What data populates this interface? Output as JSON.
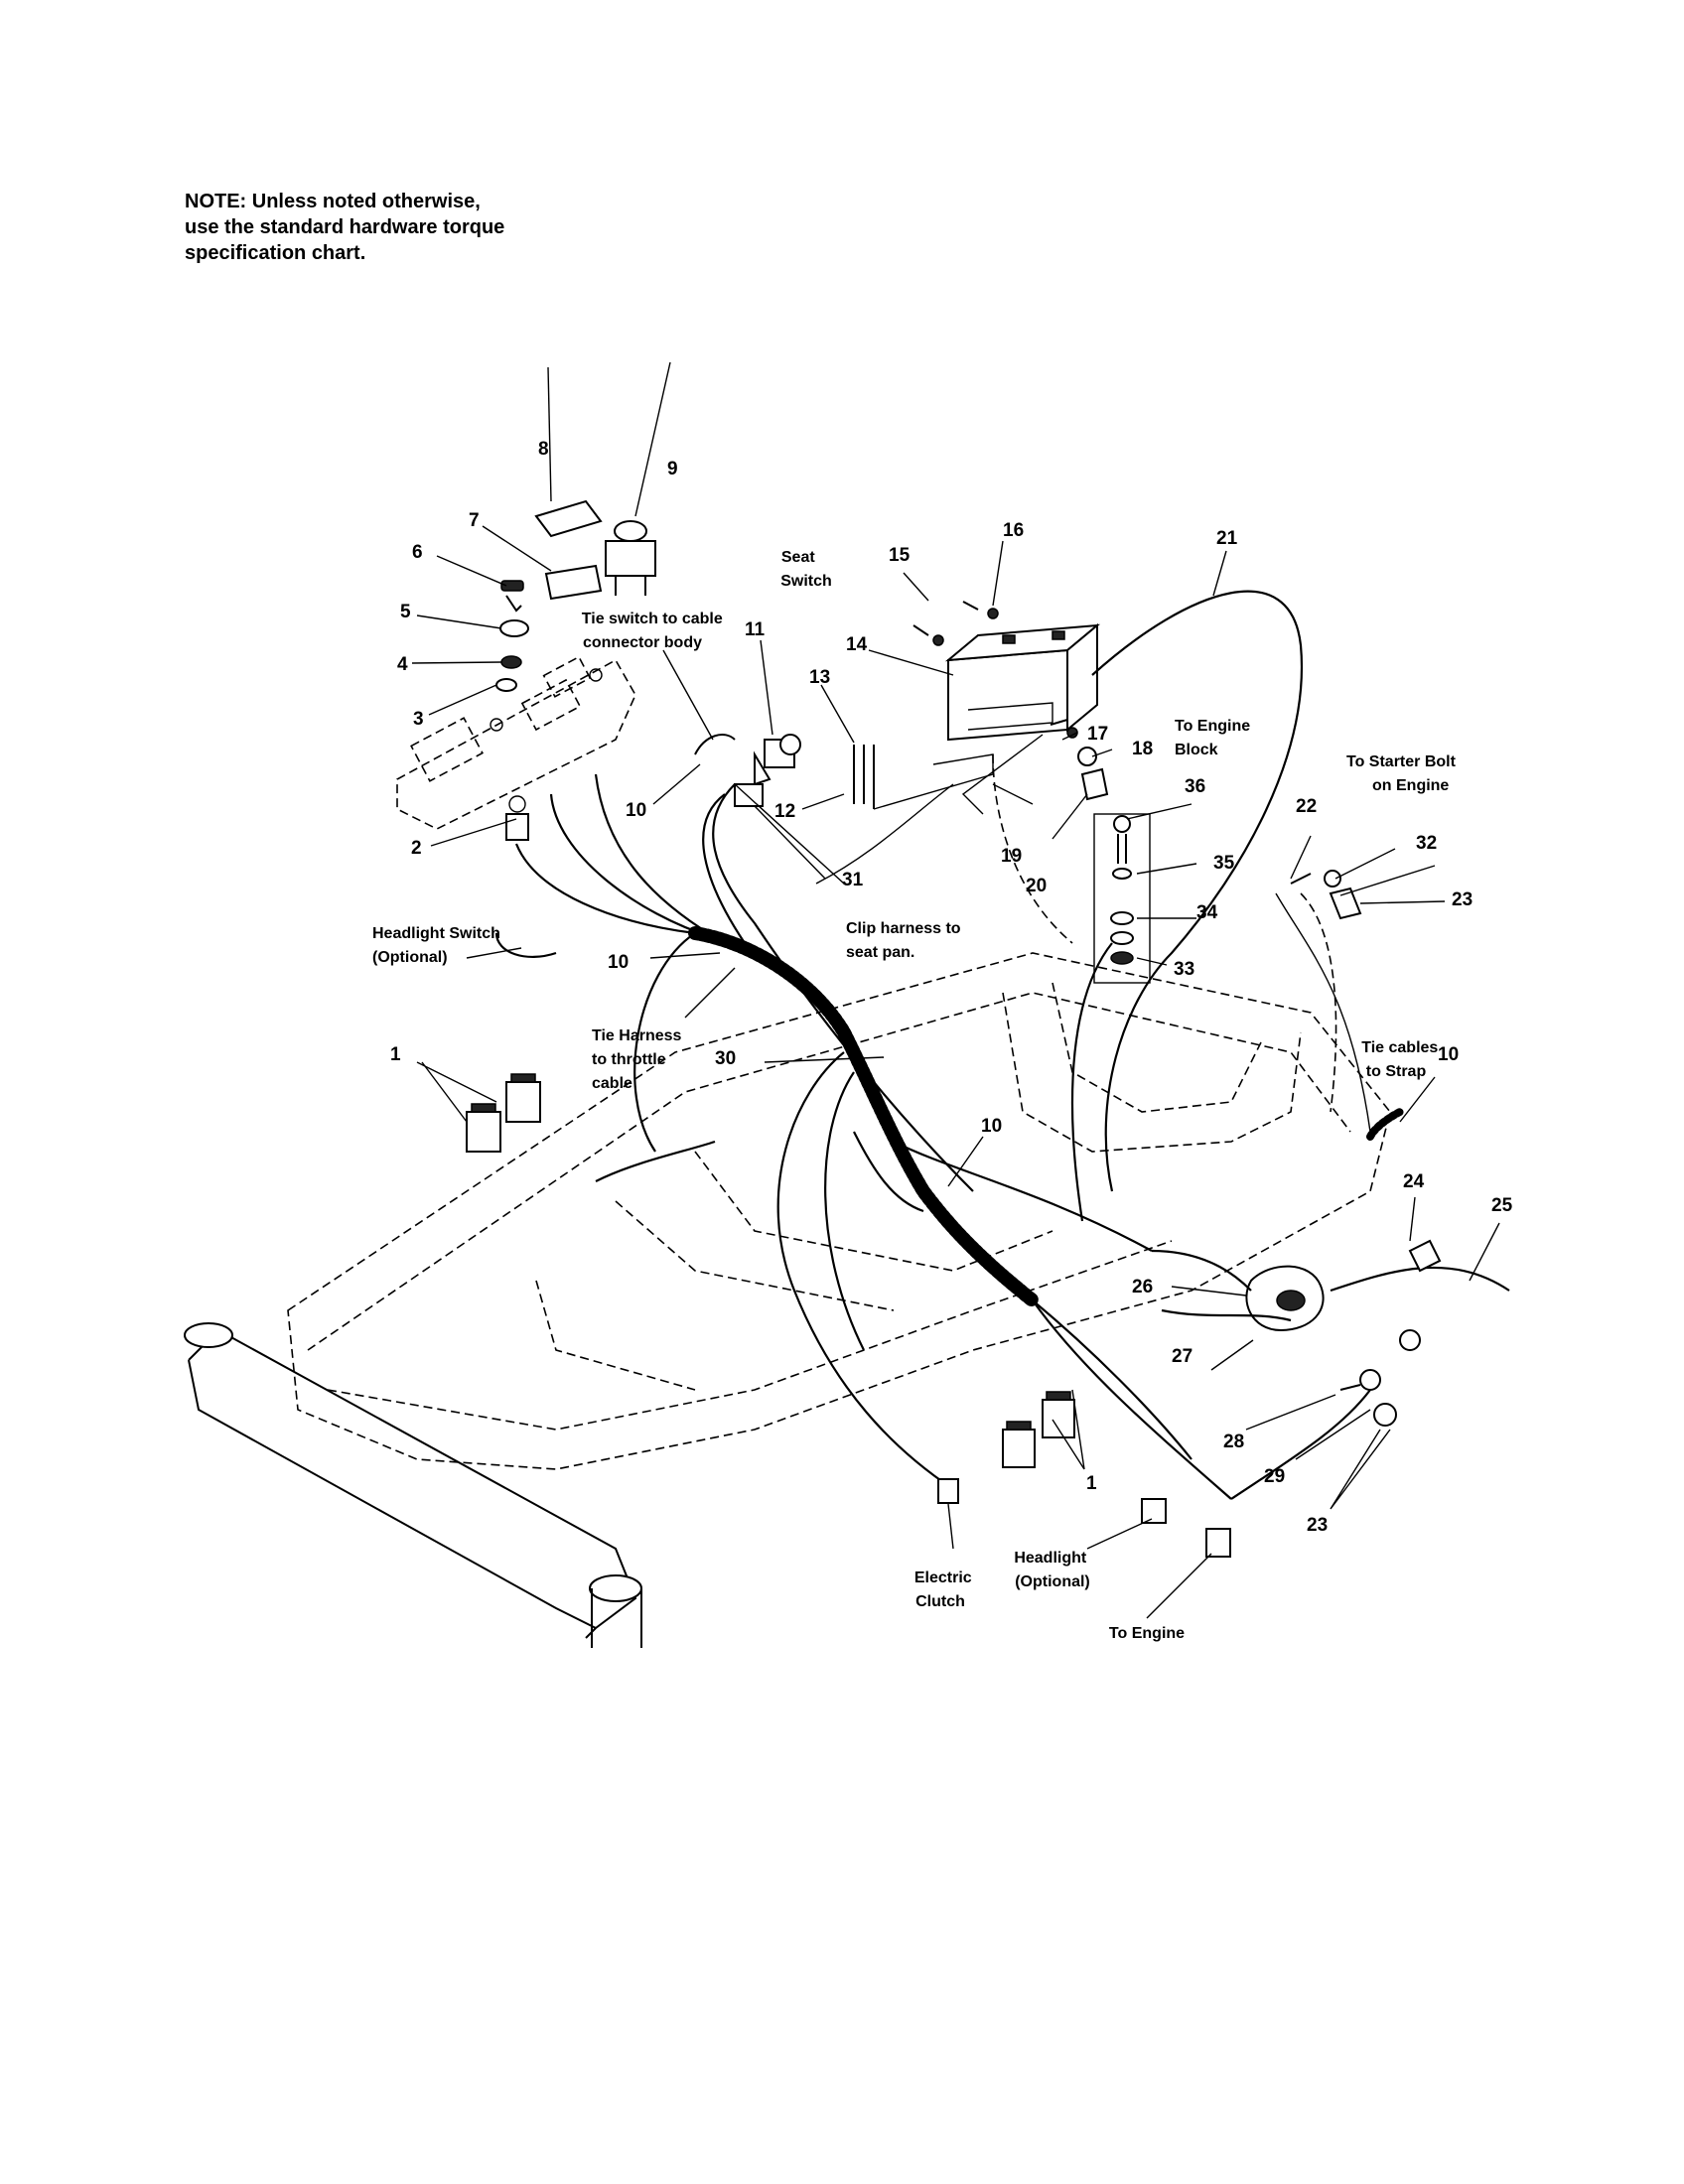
{
  "note": {
    "lines": [
      "NOTE: Unless noted otherwise,",
      "use the standard hardware torque",
      "specification chart."
    ]
  },
  "callouts": [
    {
      "id": "c8",
      "text": "8"
    },
    {
      "id": "c9",
      "text": "9"
    },
    {
      "id": "c7",
      "text": "7"
    },
    {
      "id": "c6",
      "text": "6"
    },
    {
      "id": "c5",
      "text": "5"
    },
    {
      "id": "c4",
      "text": "4"
    },
    {
      "id": "c3",
      "text": "3"
    },
    {
      "id": "c2",
      "text": "2"
    },
    {
      "id": "c10a",
      "text": "10"
    },
    {
      "id": "c11",
      "text": "11"
    },
    {
      "id": "c12",
      "text": "12"
    },
    {
      "id": "c13",
      "text": "13"
    },
    {
      "id": "c14",
      "text": "14"
    },
    {
      "id": "c15",
      "text": "15"
    },
    {
      "id": "c16",
      "text": "16"
    },
    {
      "id": "c17",
      "text": "17"
    },
    {
      "id": "c18",
      "text": "18"
    },
    {
      "id": "c19",
      "text": "19"
    },
    {
      "id": "c20",
      "text": "20"
    },
    {
      "id": "c21",
      "text": "21"
    },
    {
      "id": "c22",
      "text": "22"
    },
    {
      "id": "c23a",
      "text": "23"
    },
    {
      "id": "c32",
      "text": "32"
    },
    {
      "id": "c36",
      "text": "36"
    },
    {
      "id": "c35",
      "text": "35"
    },
    {
      "id": "c34",
      "text": "34"
    },
    {
      "id": "c33",
      "text": "33"
    },
    {
      "id": "c31",
      "text": "31"
    },
    {
      "id": "c10b",
      "text": "10"
    },
    {
      "id": "c1a",
      "text": "1"
    },
    {
      "id": "c30",
      "text": "30"
    },
    {
      "id": "c10c",
      "text": "10"
    },
    {
      "id": "c10d",
      "text": "10"
    },
    {
      "id": "c24",
      "text": "24"
    },
    {
      "id": "c25",
      "text": "25"
    },
    {
      "id": "c26",
      "text": "26"
    },
    {
      "id": "c27",
      "text": "27"
    },
    {
      "id": "c28",
      "text": "28"
    },
    {
      "id": "c29",
      "text": "29"
    },
    {
      "id": "c23b",
      "text": "23"
    },
    {
      "id": "c1b",
      "text": "1"
    }
  ],
  "labels": {
    "seat_switch": [
      "Seat",
      "Switch"
    ],
    "tie_switch": [
      "Tie switch to cable",
      "connector body"
    ],
    "to_engine_block": [
      "To Engine",
      "Block"
    ],
    "to_starter_bolt": [
      "To Starter Bolt",
      "on Engine"
    ],
    "clip_harness": [
      "Clip harness to",
      "seat pan."
    ],
    "headlight_switch": [
      "Headlight Switch",
      "(Optional)"
    ],
    "tie_harness": [
      "Tie Harness",
      "to throttle",
      "cable"
    ],
    "tie_cables": [
      "Tie cables",
      "to Strap"
    ],
    "electric_clutch": [
      "Electric",
      "Clutch"
    ],
    "headlight": [
      "Headlight",
      "(Optional)"
    ],
    "to_engine": [
      "To Engine"
    ]
  }
}
